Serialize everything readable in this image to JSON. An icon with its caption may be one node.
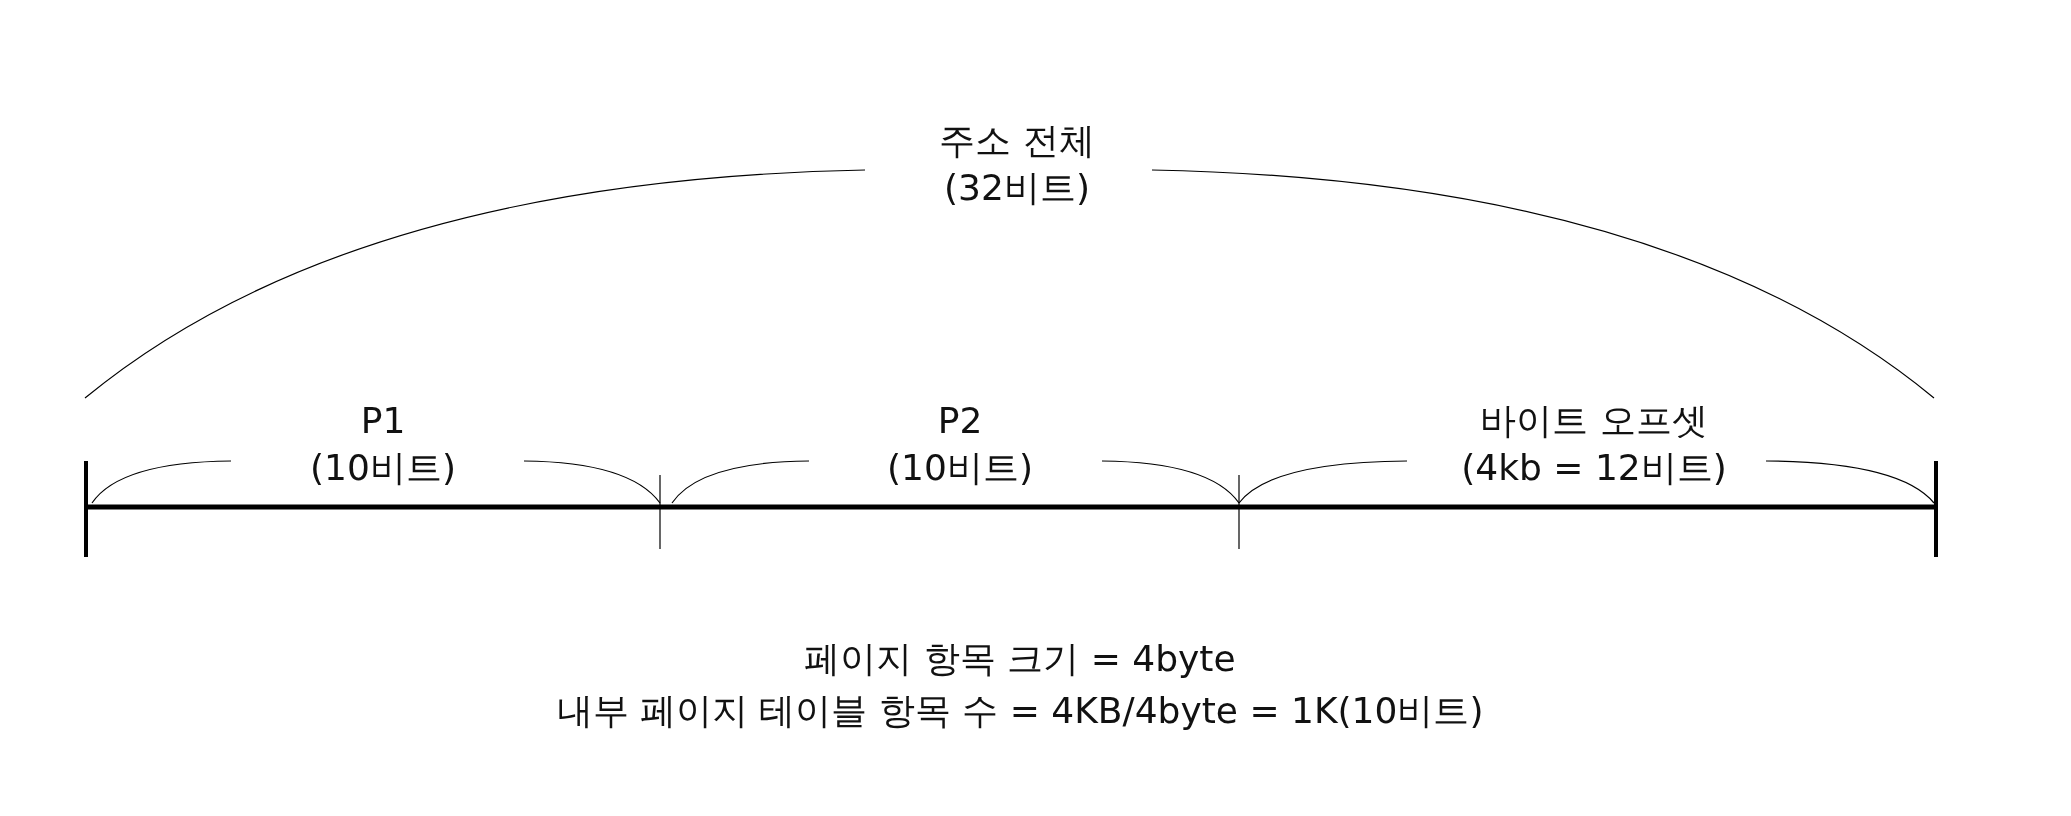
{
  "diagram": {
    "labels": [
      "주소 전체 (32비트)",
      "P1 (10비트)",
      "P2 (10비트)",
      "바이트 오프셋 (4kb = 12비트)",
      "페이지 항목 크기 = 4byte",
      "내부 페이지 테이블 항목 수 = 4KB/4byte = 1K(10비트)"
    ]
  }
}
